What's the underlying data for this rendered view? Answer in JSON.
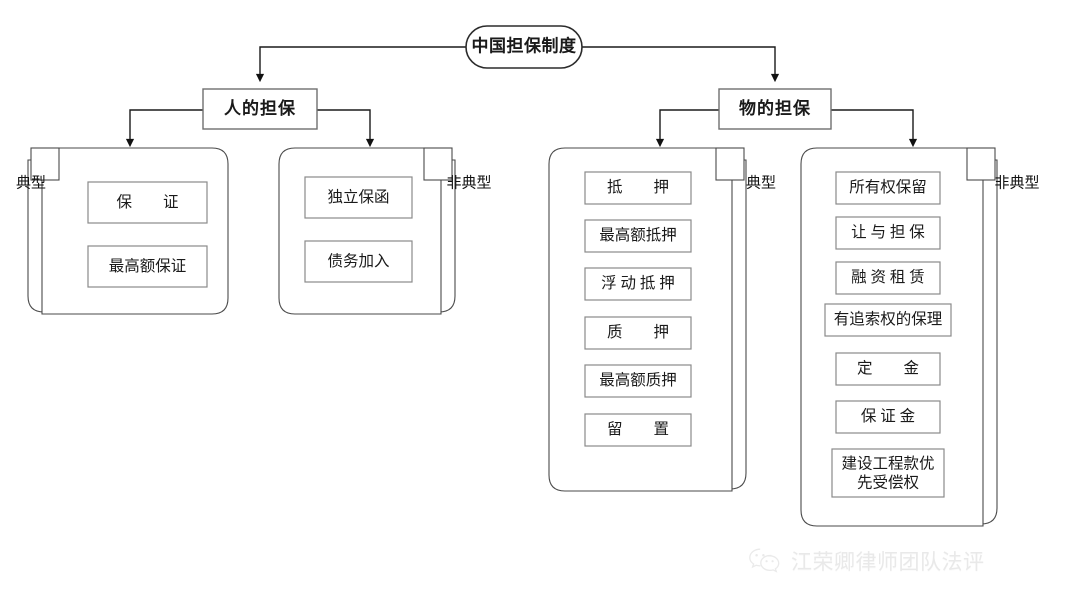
{
  "diagram": {
    "root": {
      "label": "中国担保制度"
    },
    "branches": [
      {
        "id": "personal",
        "label": "人的担保",
        "groups": [
          {
            "id": "personal-typical",
            "label": "典型",
            "side": "left",
            "items": [
              {
                "text": "保　　证"
              },
              {
                "text": "最高额保证"
              }
            ]
          },
          {
            "id": "personal-atypical",
            "label": "非典型",
            "side": "right",
            "items": [
              {
                "text": "独立保函"
              },
              {
                "text": "债务加入"
              }
            ]
          }
        ]
      },
      {
        "id": "property",
        "label": "物的担保",
        "groups": [
          {
            "id": "property-typical",
            "label": "典型",
            "side": "right",
            "items": [
              {
                "text": "抵　　押"
              },
              {
                "text": "最高额抵押"
              },
              {
                "text": "浮 动 抵 押"
              },
              {
                "text": "质　　押"
              },
              {
                "text": "最高额质押"
              },
              {
                "text": "留　　置"
              }
            ]
          },
          {
            "id": "property-atypical",
            "label": "非典型",
            "side": "right",
            "items": [
              {
                "text": "所有权保留"
              },
              {
                "text": "让 与 担 保"
              },
              {
                "text": "融 资 租 赁"
              },
              {
                "text": "有追索权的保理"
              },
              {
                "text": "定　　金"
              },
              {
                "text": "保 证 金"
              },
              {
                "text": "建设工程款优",
                "text2": "先受偿权"
              }
            ]
          }
        ]
      }
    ]
  },
  "watermark": {
    "text": "江荣卿律师团队法评",
    "icon": "wechat-icon",
    "color": "#e9e9e9"
  },
  "colors": {
    "background": "#ffffff",
    "connector": "#1a1a1a",
    "card_border": "#4a4a4a",
    "item_border": "#8a8a8a",
    "text": "#1a1a1a"
  }
}
